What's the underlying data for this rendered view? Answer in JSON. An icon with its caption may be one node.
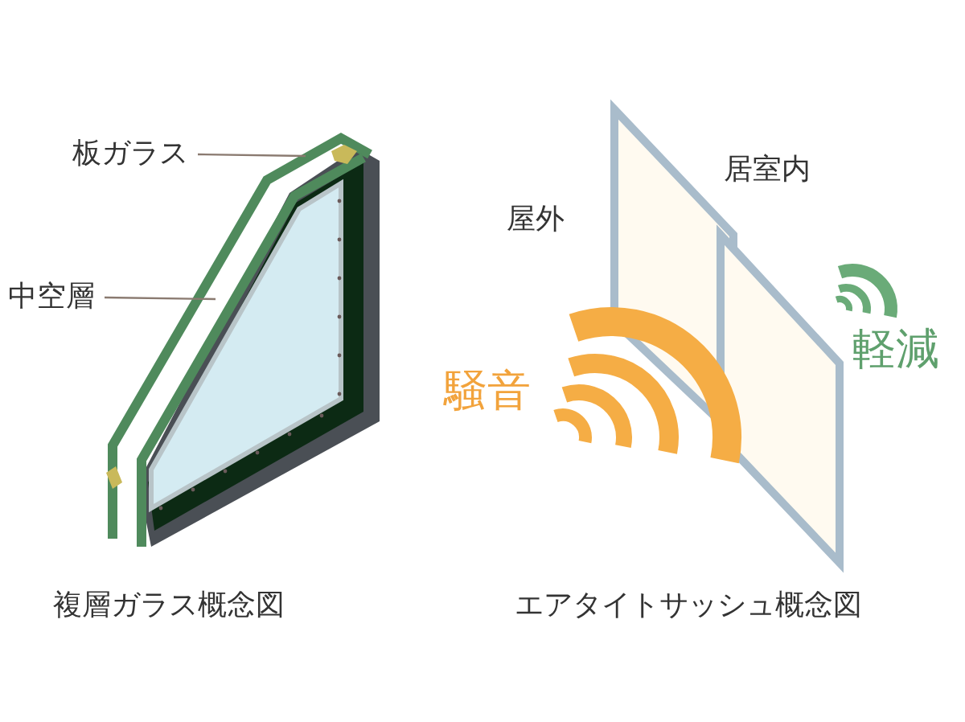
{
  "diagram": {
    "nodes": [
      {
        "text": [
          "板ガラス"
        ]
      },
      {
        "text": [
          "中空層"
        ]
      }
    ],
    "edges": [
      {
        "from": 0,
        "to": null,
        "arrow": "none"
      },
      {
        "from": 1,
        "to": null,
        "arrow": "none"
      }
    ],
    "labels": [
      "屋外",
      "居室内",
      "騒音",
      "軽減",
      "複層ガラス概念図",
      "エアタイトサッシュ概念図"
    ]
  }
}
